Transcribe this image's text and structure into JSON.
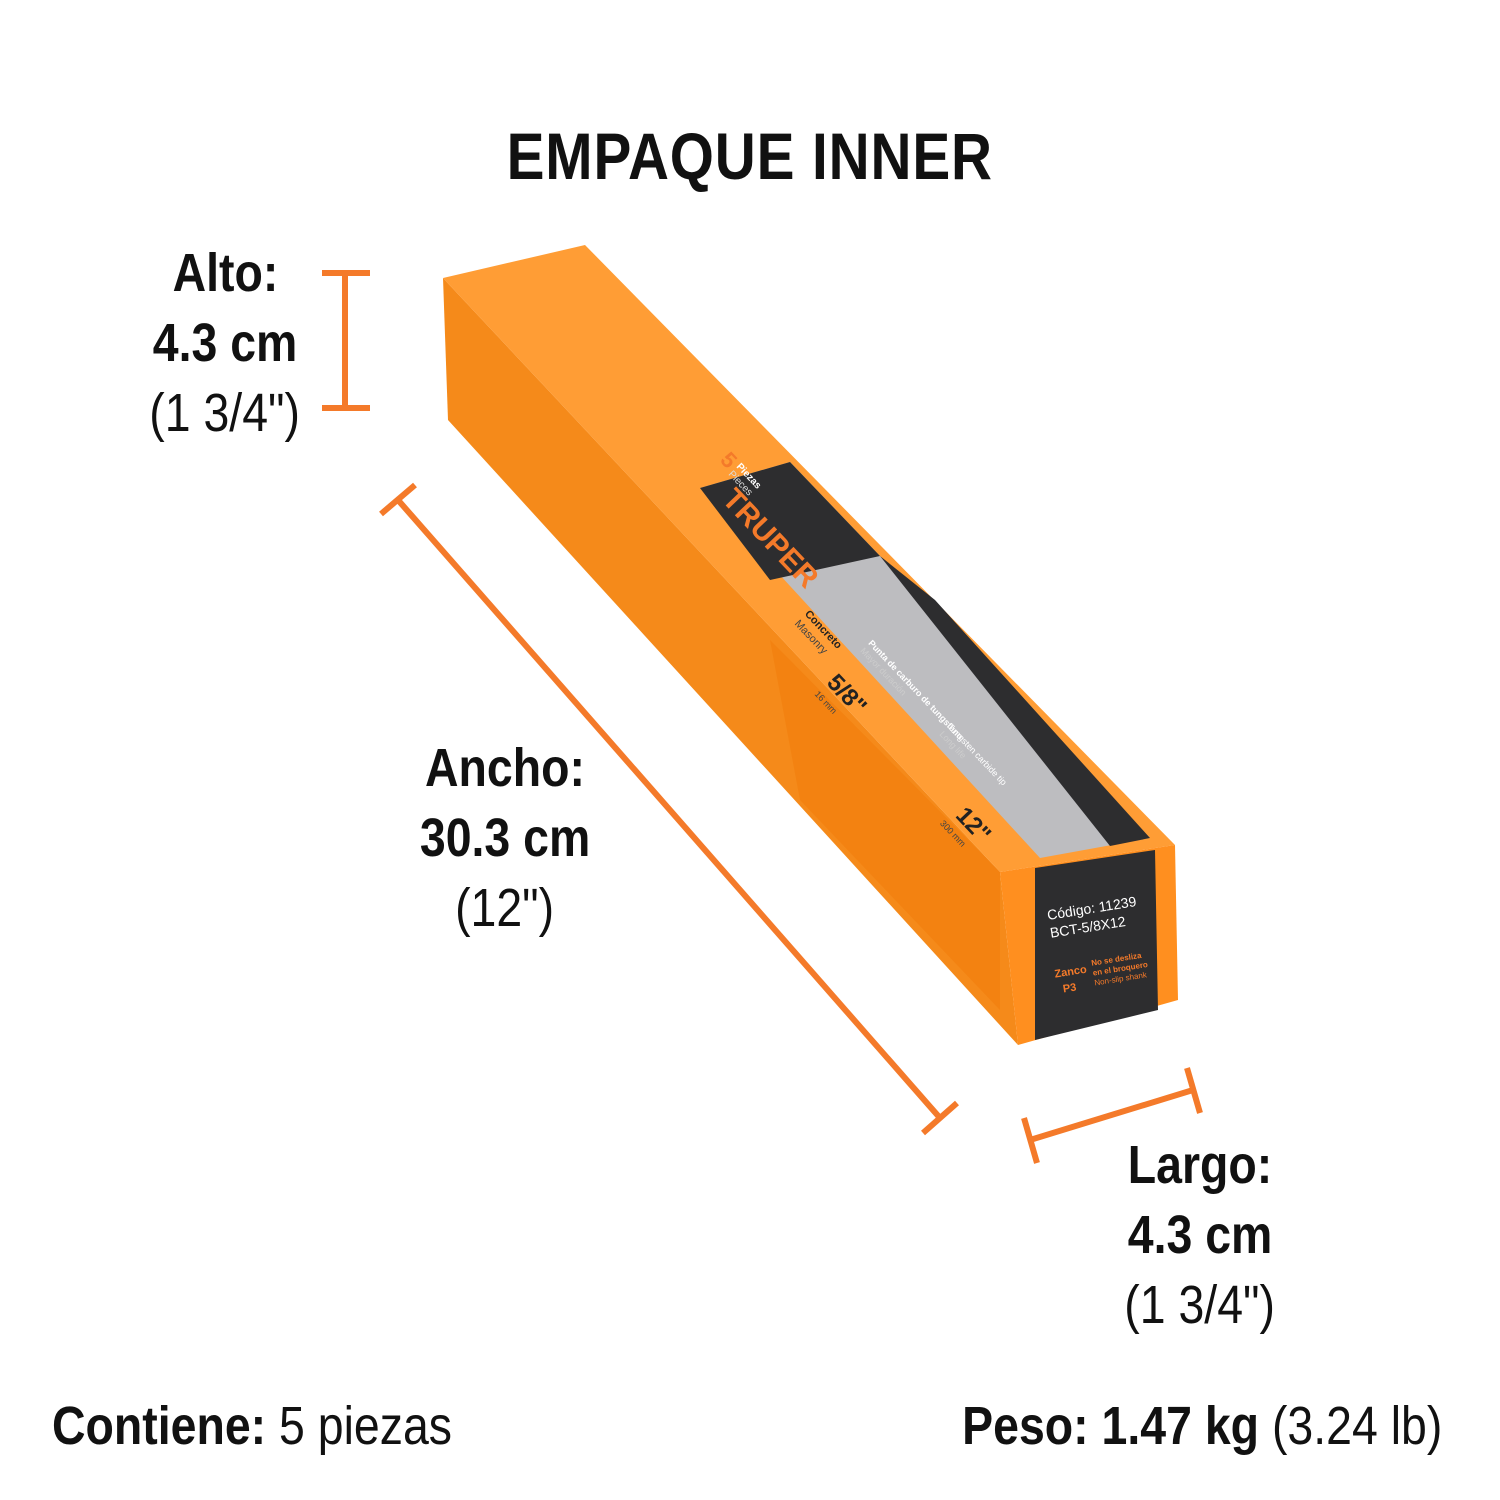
{
  "title": "EMPAQUE INNER",
  "dimensions": {
    "alto": {
      "label": "Alto:",
      "metric": "4.3 cm",
      "imperial": "(1 3/4\")"
    },
    "ancho": {
      "label": "Ancho:",
      "metric": "30.3 cm",
      "imperial": "(12\")"
    },
    "largo": {
      "label": "Largo:",
      "metric": "4.3 cm",
      "imperial": "(1 3/4\")"
    }
  },
  "footer": {
    "contiene_label": "Contiene:",
    "contiene_value": "5 piezas",
    "peso_label": "Peso:",
    "peso_value": "1.47 kg",
    "peso_imperial": "(3.24 lb)"
  },
  "package_label": {
    "brand": "TRUPER",
    "count": "5",
    "count_es": "Piezas",
    "count_en": "Pieces",
    "material_es": "Concreto",
    "material_en": "Masonry",
    "diameter": "5/8\"",
    "diameter_mm": "16 mm",
    "tip_es": "Punta de carburo de tungsteno",
    "tip_en": "Tungsten carbide tip",
    "life_es": "Mayor duración",
    "life_en": "Long life",
    "length": "12\"",
    "length_mm": "300 mm",
    "code": "Código: 11239",
    "model": "BCT-5/8X12",
    "shank_brand": "Zanco",
    "shank_badge": "P3",
    "shank_es1": "No se desliza",
    "shank_es2": "en el broquero",
    "shank_en": "Non-slip shank"
  },
  "colors": {
    "accent": "#f47a2a",
    "box": "#ff9a2e",
    "box_dark": "#f07d10",
    "label_dark": "#2d2d2f",
    "label_gray": "#bdbdc0"
  }
}
